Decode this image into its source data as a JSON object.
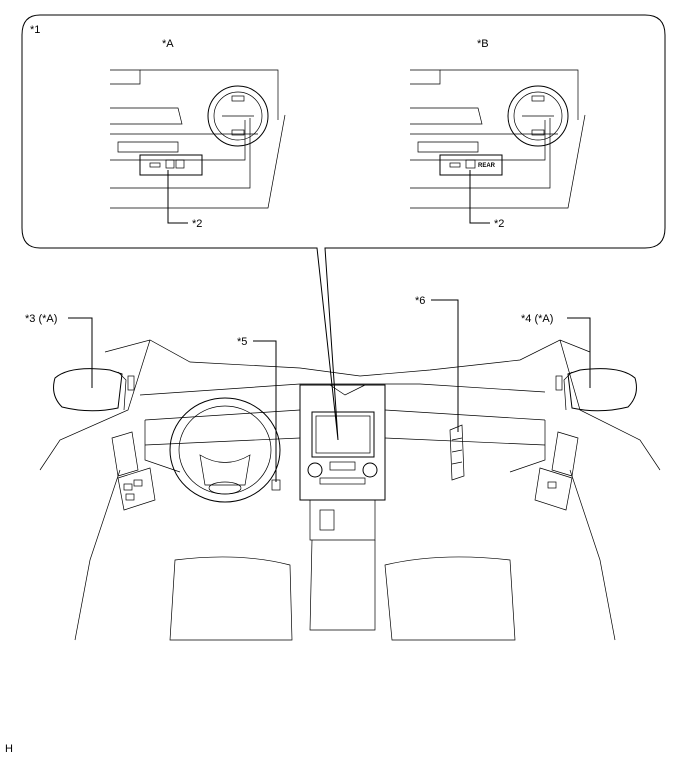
{
  "diagram": {
    "callout_box_label": "*1",
    "variant_a_label": "*A",
    "variant_b_label": "*B",
    "switch_label_a": "*2",
    "switch_label_b": "*2",
    "rear_text": "REAR",
    "left_mirror_label": "*3 (*A)",
    "right_mirror_label": "*4 (*A)",
    "steering_switch_label": "*5",
    "glovebox_label": "*6",
    "corner_code": "H"
  }
}
